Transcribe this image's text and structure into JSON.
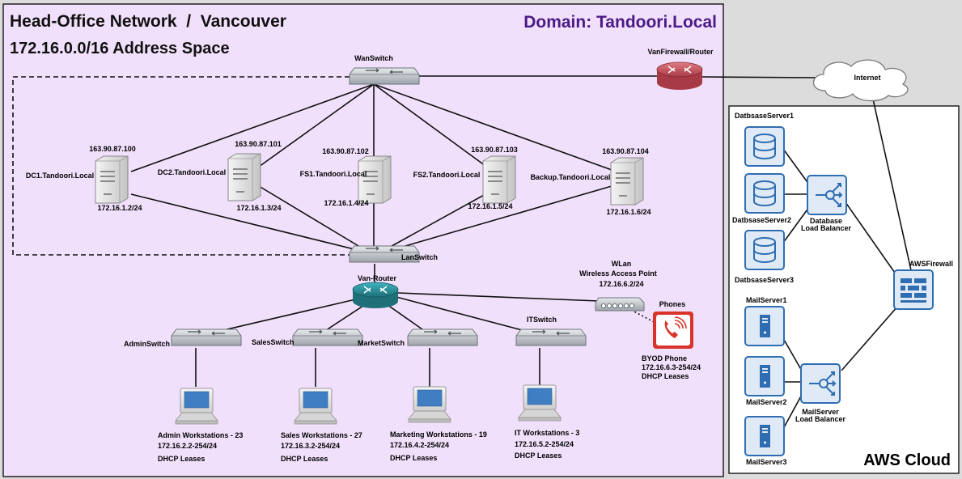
{
  "header": {
    "title": "Head-Office Network  /  Vancouver",
    "address_space": "172.16.0.0/16 Address Space",
    "domain": "Domain: Tandoori.Local"
  },
  "aws": {
    "title": "AWS Cloud"
  },
  "devices": {
    "wan_switch": "WanSwitch",
    "van_firewall": "VanFirewall/Router",
    "internet": "Internet",
    "lan_switch": "LanSwitch",
    "van_router": "Van-Router",
    "wlan": {
      "name": "WLan",
      "desc": "Wireless Access Point",
      "ip": "172.16.6.2/24"
    },
    "phones": {
      "title": "Phones",
      "name": "BYOD Phone",
      "range": "172.16.6.3-254/24",
      "note": "DHCP Leases"
    }
  },
  "servers": [
    {
      "name": "DC1.Tandoori.Local",
      "public_ip": "163.90.87.100",
      "lan_ip": "172.16.1.2/24"
    },
    {
      "name": "DC2.Tandoori.Local",
      "public_ip": "163.90.87.101",
      "lan_ip": "172.16.1.3/24"
    },
    {
      "name": "FS1.Tandoori.Local",
      "public_ip": "163.90.87.102",
      "lan_ip": "172.16.1.4/24"
    },
    {
      "name": "FS2.Tandoori.Local",
      "public_ip": "163.90.87.103",
      "lan_ip": "172.16.1.5/24"
    },
    {
      "name": "Backup.Tandoori.Local",
      "public_ip": "163.90.87.104",
      "lan_ip": "172.16.1.6/24"
    }
  ],
  "departments": [
    {
      "switch": "AdminSwitch",
      "workstations": "Admin Workstations - 23",
      "range": "172.16.2.2-254/24",
      "note": "DHCP Leases"
    },
    {
      "switch": "SalesSwitch",
      "workstations": "Sales Workstations - 27",
      "range": "172.16.3.2-254/24",
      "note": "DHCP Leases"
    },
    {
      "switch": "MarketSwitch",
      "workstations": "Marketing Workstations - 19",
      "range": "172.16.4.2-254/24",
      "note": "DHCP Leases"
    },
    {
      "switch": "ITSwitch",
      "workstations": "IT Workstations - 3",
      "range": "172.16.5.2-254/24",
      "note": "DHCP Leases"
    }
  ],
  "aws_nodes": {
    "db_servers": [
      "DatbsaseServer1",
      "DatbsaseServer2",
      "DatbsaseServer3"
    ],
    "db_lb": [
      "Database",
      "Load Balancer"
    ],
    "aws_firewall": "AWSFirewall",
    "mail_servers": [
      "MailServer1",
      "MailServer2",
      "MailServer3"
    ],
    "mail_lb": [
      "MailServer",
      "Load Balancer"
    ]
  },
  "colors": {
    "office_bg": "#f1e0fb",
    "domain_text": "#4b1a86",
    "aws_icon": "#2f6db3",
    "aws_icon_bg": "#dfeaf6",
    "phone_red": "#d9342b",
    "router_teal": "#2a8f9a",
    "firewall_red": "#c8505c"
  }
}
